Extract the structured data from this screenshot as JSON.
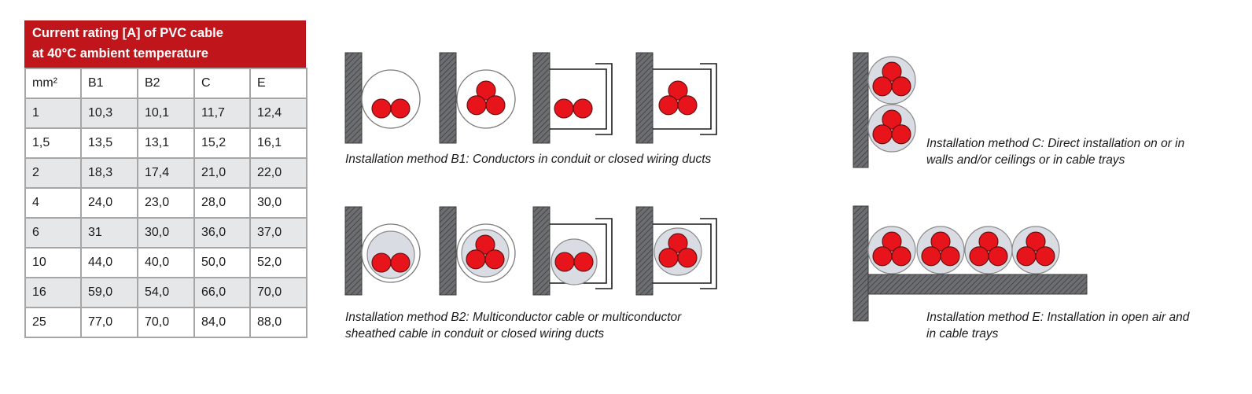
{
  "table": {
    "title_line1": "Current rating [A] of PVC cable",
    "title_line2": "at 40°C ambient temperature",
    "headers": [
      "mm²",
      "B1",
      "B2",
      "C",
      "E"
    ],
    "rows": [
      [
        "1",
        "10,3",
        "10,1",
        "11,7",
        "12,4"
      ],
      [
        "1,5",
        "13,5",
        "13,1",
        "15,2",
        "16,1"
      ],
      [
        "2",
        "18,3",
        "17,4",
        "21,0",
        "22,0"
      ],
      [
        "4",
        "24,0",
        "23,0",
        "28,0",
        "30,0"
      ],
      [
        "6",
        "31",
        "30,0",
        "36,0",
        "37,0"
      ],
      [
        "10",
        "44,0",
        "40,0",
        "50,0",
        "52,0"
      ],
      [
        "16",
        "59,0",
        "54,0",
        "66,0",
        "70,0"
      ],
      [
        "25",
        "77,0",
        "70,0",
        "84,0",
        "88,0"
      ]
    ]
  },
  "captions": {
    "b1": "Installation method B1: Conductors in conduit or closed wiring ducts",
    "b2_line1": "Installation method B2: Multiconductor cable or multiconductor",
    "b2_line2": "sheathed cable in conduit or closed wiring ducts",
    "c_line1": "Installation method C: Direct installation on or in",
    "c_line2": "walls and/or ceilings or in cable trays",
    "e_line1": "Installation method E: Installation in open air and",
    "e_line2": "in cable trays"
  },
  "colors": {
    "header_red": "#c0161b",
    "conductor_red": "#e8141b",
    "sheath_grey": "#d9dde3",
    "wall_grey": "#6d6e71",
    "row_shade": "#e6e7e8"
  }
}
